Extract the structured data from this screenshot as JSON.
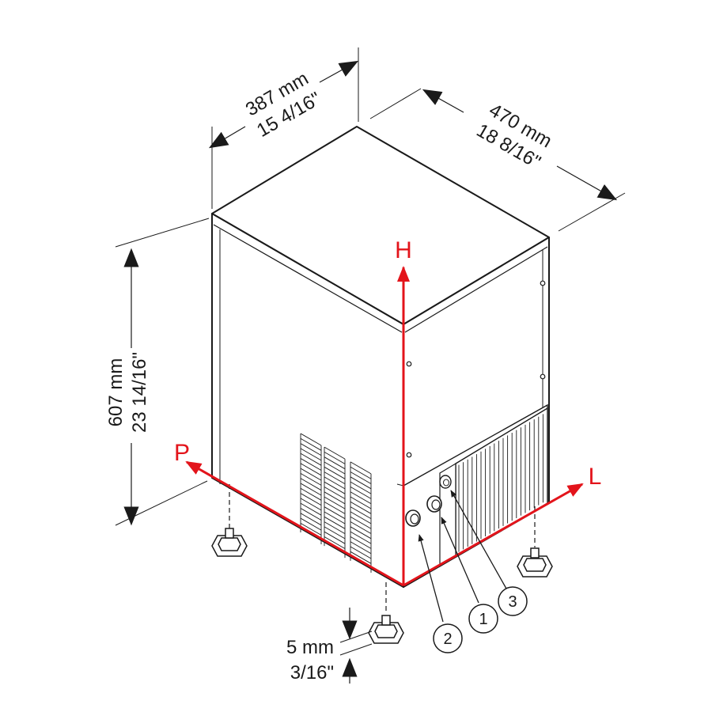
{
  "dimensions": {
    "width": {
      "metric": "387 mm",
      "imperial": "15 4/16\""
    },
    "depth": {
      "metric": "470 mm",
      "imperial": "18 8/16\""
    },
    "height": {
      "metric": "607 mm",
      "imperial": "23 14/16\""
    },
    "feet": {
      "metric": "5 mm",
      "imperial": "3/16\""
    }
  },
  "axes": {
    "height": "H",
    "left": "P",
    "right": "L"
  },
  "callouts": [
    "1",
    "2",
    "3"
  ],
  "colors": {
    "axis": "#e3141b",
    "line": "#1a1a1a",
    "body": "#ffffff"
  }
}
